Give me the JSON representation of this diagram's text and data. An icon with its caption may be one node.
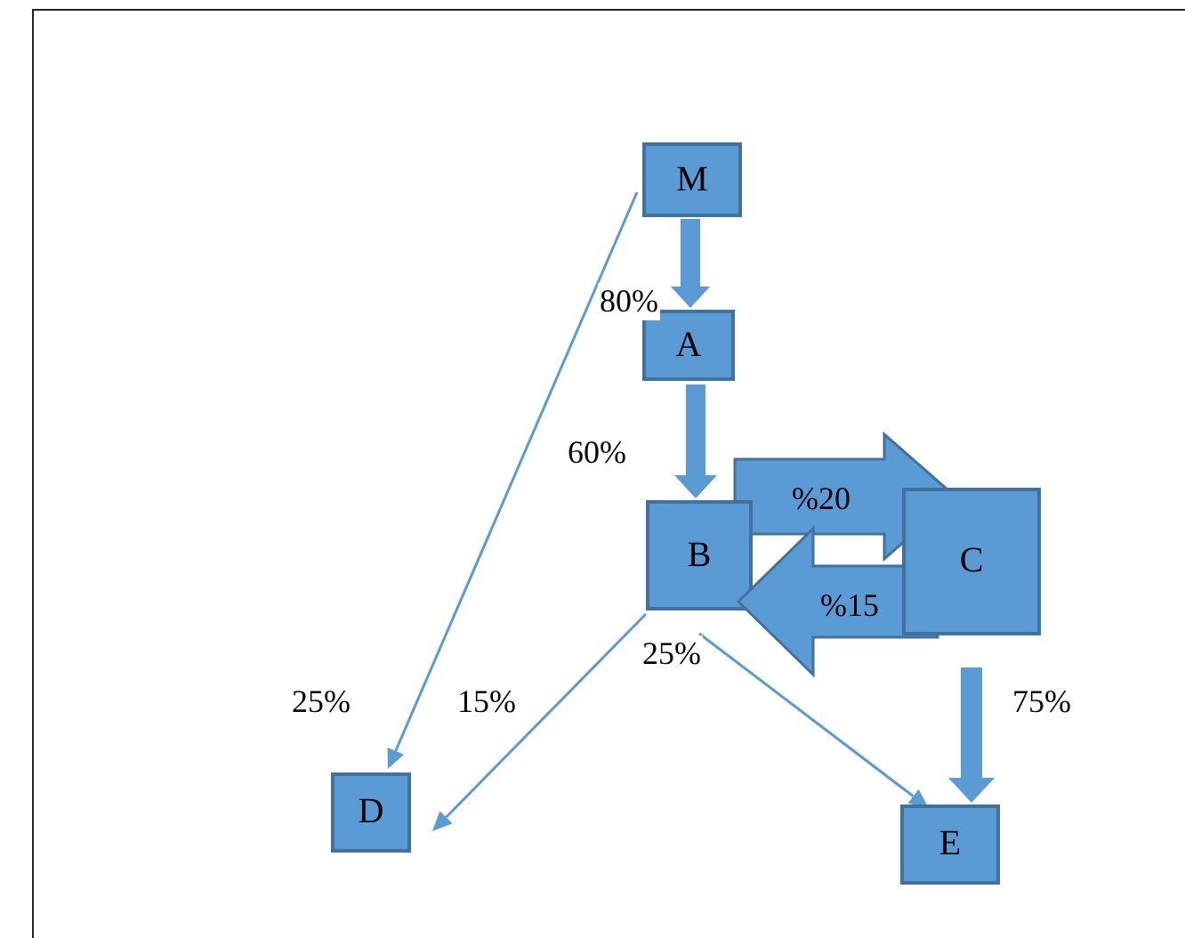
{
  "diagram": {
    "nodes": [
      {
        "text": [
          "M"
        ]
      },
      {
        "text": [
          "A"
        ]
      },
      {
        "text": [
          "B"
        ]
      },
      {
        "text": [
          "C"
        ]
      },
      {
        "text": [
          "D"
        ]
      },
      {
        "text": [
          "E"
        ]
      }
    ],
    "edges": [
      {
        "from": 0,
        "to": 1,
        "arrow": "to",
        "label": "80%",
        "style": "thick"
      },
      {
        "from": 1,
        "to": 2,
        "arrow": "to",
        "label": "60%",
        "style": "thick"
      },
      {
        "from": 0,
        "to": 4,
        "arrow": "to",
        "label": "25%"
      },
      {
        "from": 2,
        "to": 4,
        "arrow": "to",
        "label": "15%"
      },
      {
        "from": 2,
        "to": 5,
        "arrow": "to",
        "label": "25%"
      },
      {
        "from": 3,
        "to": 5,
        "arrow": "to",
        "label": "75%",
        "style": "thick"
      },
      {
        "from": 2,
        "to": 3,
        "arrow": "to",
        "label": "%20",
        "style": "thick"
      },
      {
        "from": 3,
        "to": 2,
        "arrow": "to",
        "label": "%15",
        "style": "thick"
      }
    ]
  }
}
